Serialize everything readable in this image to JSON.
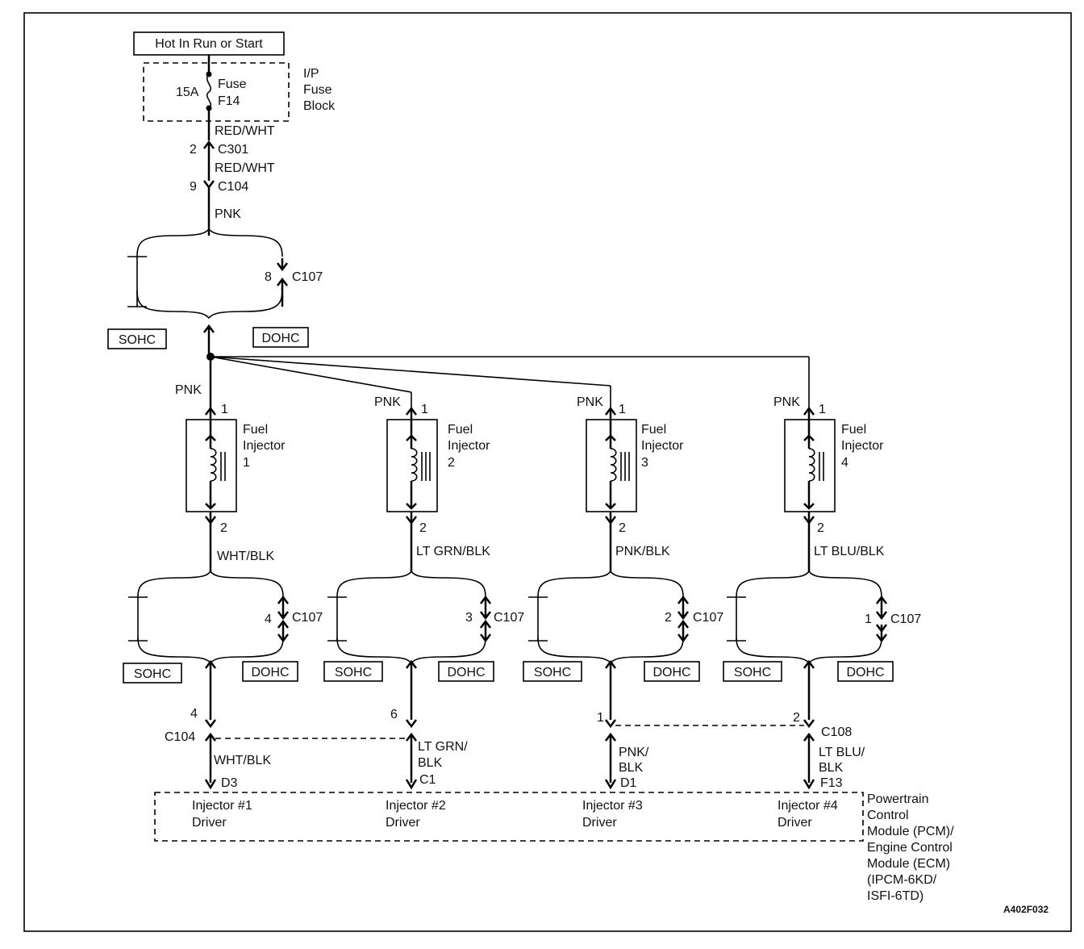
{
  "power": {
    "hot_label": "Hot In Run or Start",
    "fuse_rating": "15A",
    "fuse_name_1": "Fuse",
    "fuse_name_2": "F14",
    "fuse_block_1": "I/P",
    "fuse_block_2": "Fuse",
    "fuse_block_3": "Block"
  },
  "supply_wires": {
    "wire_a": "RED/WHT",
    "c301_pin": "2",
    "c301_name": "C301",
    "wire_b": "RED/WHT",
    "c104_pin": "9",
    "c104_name": "C104",
    "wire_c": "PNK"
  },
  "top_variant": {
    "c107_pin": "8",
    "c107_name": "C107",
    "sohc": "SOHC",
    "dohc": "DOHC"
  },
  "injectors": [
    {
      "feed_color": "PNK",
      "pin_top": "1",
      "name_1": "Fuel",
      "name_2": "Injector",
      "number": "1",
      "pin_bottom": "2",
      "out_color": "WHT/BLK",
      "c107_pin": "4",
      "c107_name": "C107",
      "sohc": "SOHC",
      "dohc": "DOHC",
      "pcm_pin": "4",
      "pcm_conn": "C104",
      "pcm_wire_1": "WHT/BLK",
      "pcm_wire_2": "",
      "pcm_term": "D3",
      "driver_1": "Injector #1",
      "driver_2": "Driver"
    },
    {
      "feed_color": "PNK",
      "pin_top": "1",
      "name_1": "Fuel",
      "name_2": "Injector",
      "number": "2",
      "pin_bottom": "2",
      "out_color": "LT GRN/BLK",
      "c107_pin": "3",
      "c107_name": "C107",
      "sohc": "SOHC",
      "dohc": "DOHC",
      "pcm_pin": "6",
      "pcm_conn": "",
      "pcm_wire_1": "LT GRN/",
      "pcm_wire_2": "BLK",
      "pcm_term": "C1",
      "driver_1": "Injector #2",
      "driver_2": "Driver"
    },
    {
      "feed_color": "PNK",
      "pin_top": "1",
      "name_1": "Fuel",
      "name_2": "Injector",
      "number": "3",
      "pin_bottom": "2",
      "out_color": "PNK/BLK",
      "c107_pin": "2",
      "c107_name": "C107",
      "sohc": "SOHC",
      "dohc": "DOHC",
      "pcm_pin": "1",
      "pcm_conn": "",
      "pcm_wire_1": "PNK/",
      "pcm_wire_2": "BLK",
      "pcm_term": "D1",
      "driver_1": "Injector #3",
      "driver_2": "Driver"
    },
    {
      "feed_color": "PNK",
      "pin_top": "1",
      "name_1": "Fuel",
      "name_2": "Injector",
      "number": "4",
      "pin_bottom": "2",
      "out_color": "LT BLU/BLK",
      "c107_pin": "1",
      "c107_name": "C107",
      "sohc": "SOHC",
      "dohc": "DOHC",
      "pcm_pin": "2",
      "pcm_conn": "C108",
      "pcm_wire_1": "LT BLU/",
      "pcm_wire_2": "BLK",
      "pcm_term": "F13",
      "driver_1": "Injector #4",
      "driver_2": "Driver"
    }
  ],
  "module_lines": [
    "Powertrain",
    "Control",
    "Module (PCM)/",
    "Engine Control",
    "Module (ECM)",
    "(IPCM-6KD/",
    "ISFI-6TD)"
  ],
  "figure_id": "A402F032"
}
